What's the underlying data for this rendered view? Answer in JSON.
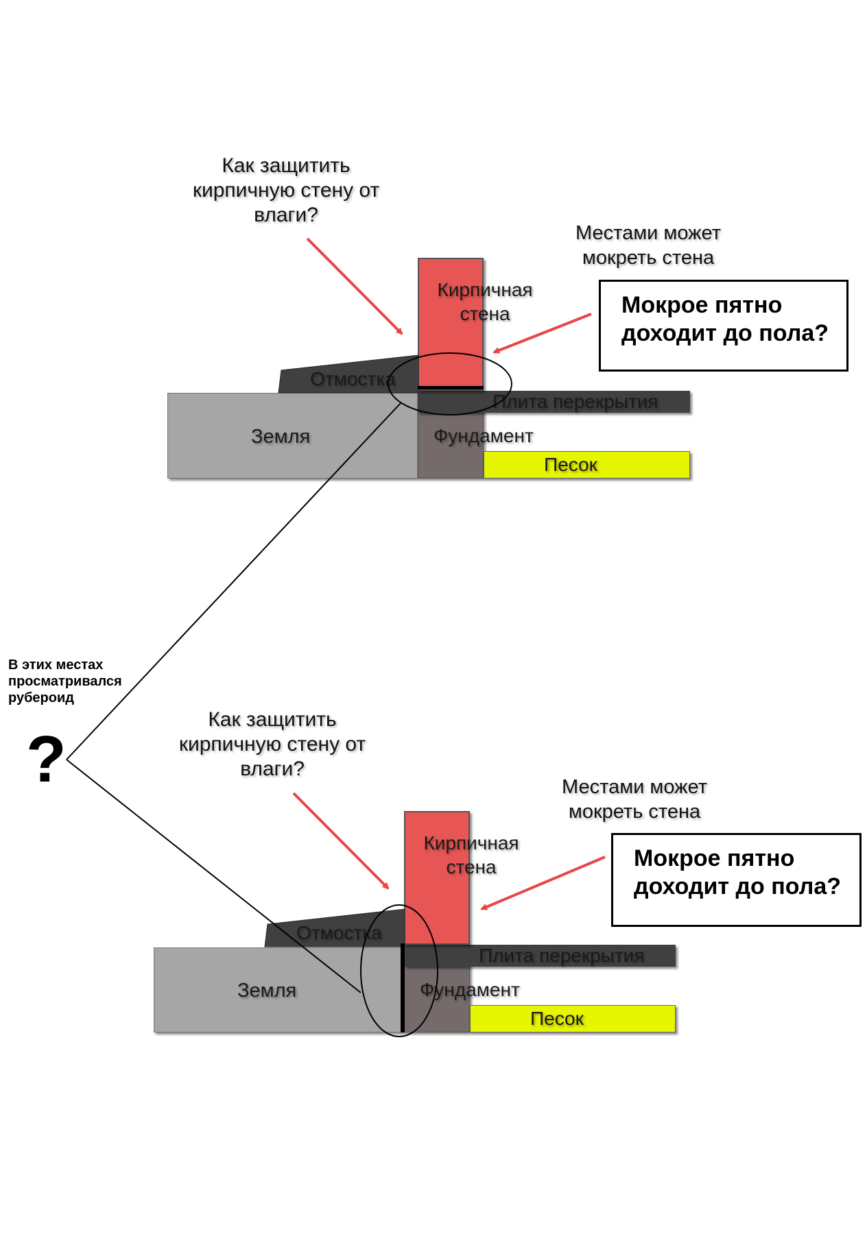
{
  "colors": {
    "ground": "#a6a6a6",
    "blind_area": "#404040",
    "brick_wall": "#e85555",
    "slab": "#404040",
    "foundation": "#756b6b",
    "sand": "#e6f500",
    "arrow": "#e84646",
    "outline": "#000000"
  },
  "note": {
    "line1": "В этих местах",
    "line2": "просматривался",
    "line3": "рубероид"
  },
  "question_mark": "?",
  "diagrams": [
    {
      "question": [
        "Как защитить",
        "кирпичную стену от",
        "влаги?"
      ],
      "wet_note": [
        "Местами может",
        "мокреть стена"
      ],
      "callout": [
        "Мокрое пятно",
        "доходит до пола?"
      ],
      "labels": {
        "brick_wall": [
          "Кирпичная",
          "стена"
        ],
        "blind_area": "Отмостка",
        "ground": "Земля",
        "slab": "Плита перекрытия",
        "foundation": "Фундамент",
        "sand": "Песок"
      }
    },
    {
      "question": [
        "Как защитить",
        "кирпичную стену от",
        "влаги?"
      ],
      "wet_note": [
        "Местами может",
        "мокреть стена"
      ],
      "callout": [
        "Мокрое пятно",
        "доходит до пола?"
      ],
      "labels": {
        "brick_wall": [
          "Кирпичная",
          "стена"
        ],
        "blind_area": "Отмостка",
        "ground": "Земля",
        "slab": "Плита перекрытия",
        "foundation": "Фундамент",
        "sand": "Песок"
      }
    }
  ]
}
